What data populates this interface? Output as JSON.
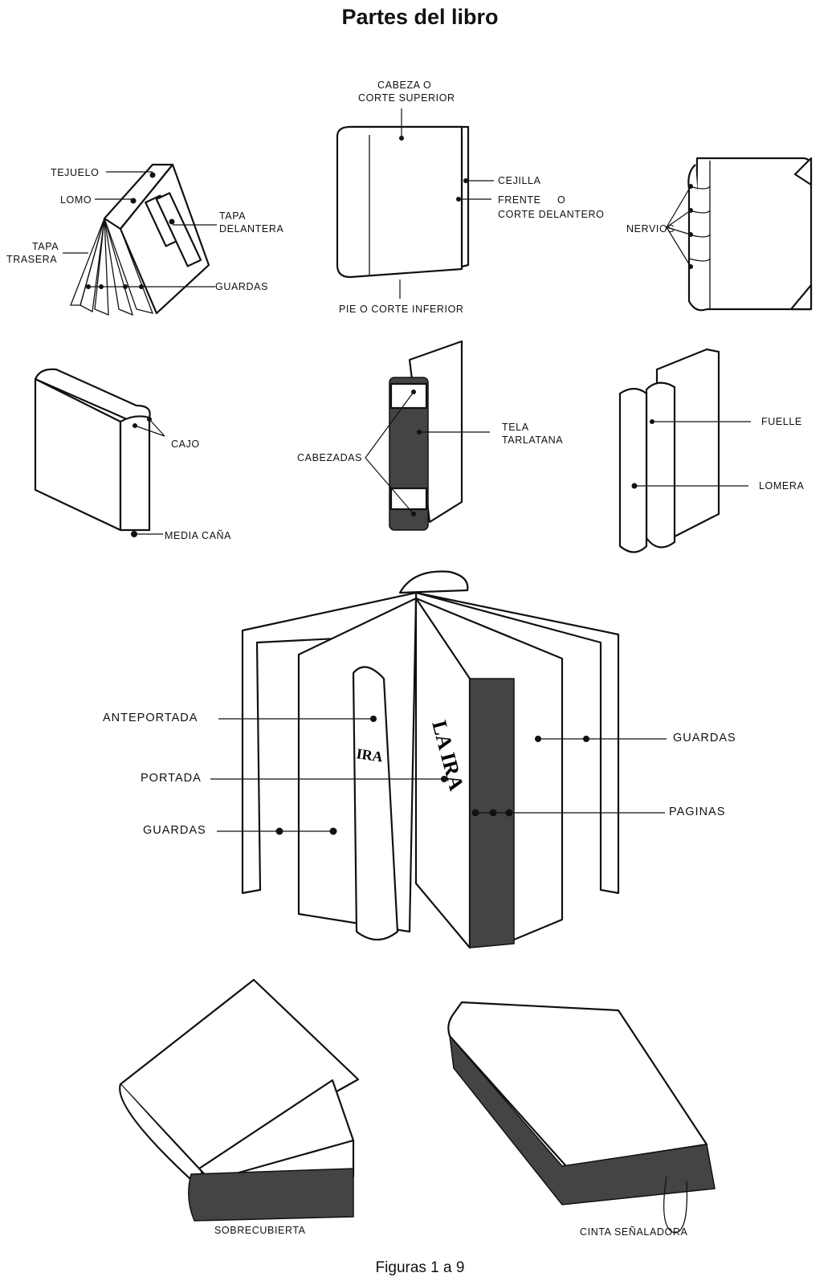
{
  "title": "Partes del libro",
  "caption": "Figuras 1 a 9",
  "labels": {
    "tejuelo": "TEJUELO",
    "lomo": "LOMO",
    "tapa_delantera_1": "TAPA",
    "tapa_delantera_2": "DELANTERA",
    "tapa_trasera_1": "TAPA",
    "tapa_trasera_2": "TRASERA",
    "guardas_fig1": "GUARDAS",
    "cabeza_1": "CABEZA O",
    "cabeza_2": "CORTE SUPERIOR",
    "cejilla": "CEJILLA",
    "frente_1": "FRENTE     O",
    "frente_2": "CORTE DELANTERO",
    "pie": "PIE O CORTE INFERIOR",
    "nervios": "NERVIOS",
    "cajo": "CAJO",
    "media_cana": "MEDIA CAÑA",
    "cabezadas": "CABEZADAS",
    "tela_1": "TELA",
    "tela_2": "TARLATANA",
    "fuelle": "FUELLE",
    "lomera": "LOMERA",
    "anteportada": "ANTEPORTADA",
    "portada": "PORTADA",
    "guardas_left": "GUARDAS",
    "guardas_right": "GUARDAS",
    "paginas": "PAGINAS",
    "sobrecubierta": "SOBRECUBIERTA",
    "cinta": "CINTA SEÑALADORA",
    "book_text_1": "IRA",
    "book_text_2": "LA IRA"
  }
}
